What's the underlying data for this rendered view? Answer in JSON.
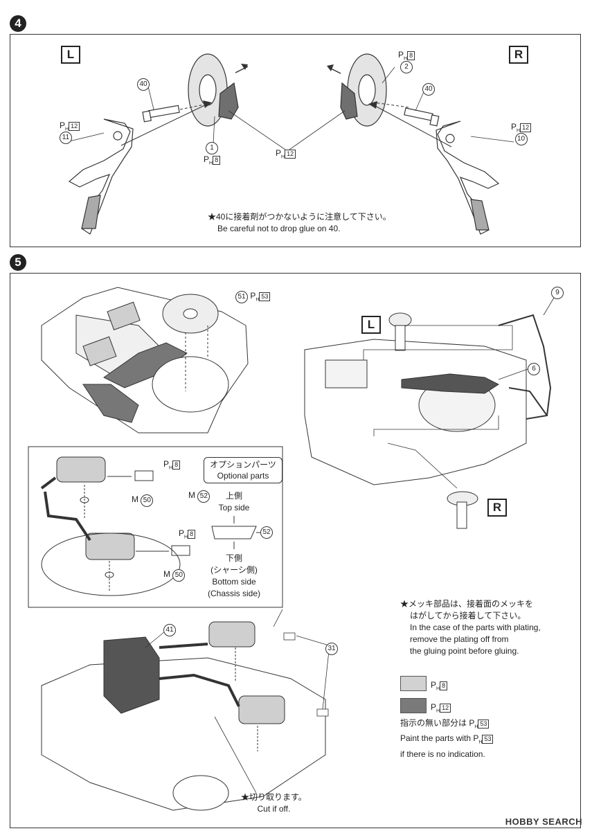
{
  "steps": {
    "step4": "4",
    "step5": "5"
  },
  "step4": {
    "left_label": "L",
    "right_label": "R",
    "callouts": {
      "c40_left": "40",
      "c40_right": "40",
      "c11": "11",
      "c10": "10",
      "c1": "1",
      "c2": "2",
      "ph12_left": "12",
      "ph12_right": "12",
      "ph8_left": "8",
      "ph8_right": "8",
      "ph12_center": "12"
    },
    "note_ja": "★40に接着剤がつかないように注意して下さい。",
    "note_en": "Be careful not to drop glue on 40."
  },
  "step5": {
    "left_label": "L",
    "right_label": "R",
    "callouts": {
      "c51": "51",
      "ph53": "53",
      "c9": "9",
      "c6": "6",
      "c41": "41",
      "c31": "31"
    },
    "inset": {
      "option_ja": "オプションパーツ",
      "option_en": "Optional parts",
      "ph8_a": "8",
      "ph8_b": "8",
      "m50_a": "M",
      "m50_a_num": "50",
      "m50_b": "M",
      "m50_b_num": "50",
      "m52": "M",
      "m52_num": "52",
      "top_ja": "上側",
      "top_en": "Top side",
      "c52": "52",
      "bottom_ja": "下側",
      "bottom_ja2": "(シャーシ側)",
      "bottom_en": "Bottom side",
      "bottom_en2": "(Chassis side)"
    },
    "plating_note": {
      "ja1": "★メッキ部品は、接着面のメッキを",
      "ja2": "はがしてから接着して下さい。",
      "en1": "In the case of the parts with plating,",
      "en2": "remove the plating off from",
      "en3": "the gluing point before gluing."
    },
    "legend": {
      "swatch1_code": "8",
      "swatch2_code": "12",
      "swatch1_color": "#d2d2d2",
      "swatch2_color": "#7a7a7a"
    },
    "paint_note": {
      "ja": "指示の無い部分は",
      "ja_code": "53",
      "en1": "Paint the parts with",
      "en1_code": "53",
      "en2": "if there is no indication."
    },
    "cut_note": {
      "ja": "★切り取ります。",
      "en": "Cut if off."
    }
  },
  "watermark": "HOBBY SEARCH"
}
